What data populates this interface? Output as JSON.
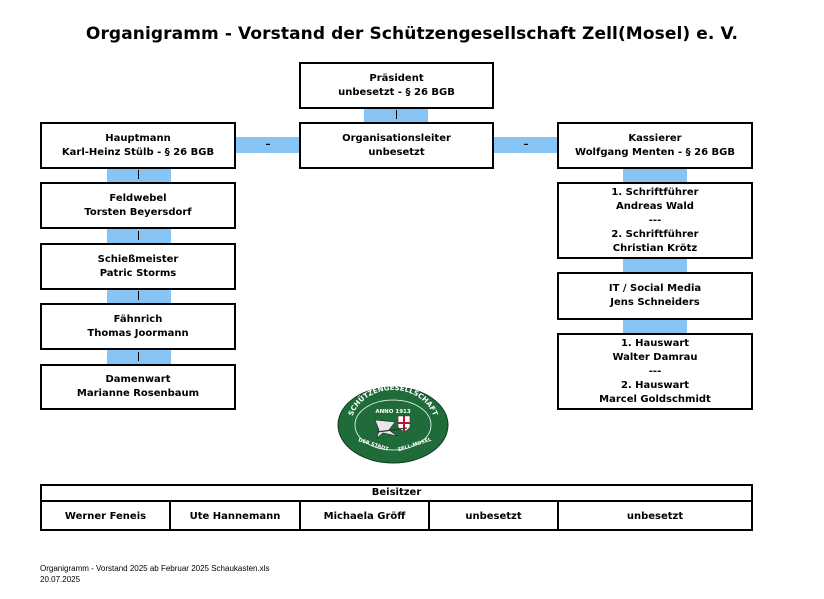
{
  "title": "Organigramm - Vorstand der Schützengesellschaft Zell(Mosel) e. V.",
  "center": {
    "president": {
      "role": "Präsident",
      "name": "unbesetzt - § 26 BGB"
    },
    "organizer": {
      "role": "Organisationsleiter",
      "name": "unbesetzt"
    }
  },
  "left": {
    "hauptmann": {
      "role": "Hauptmann",
      "name": "Karl-Heinz Stülb - § 26 BGB"
    },
    "feldwebel": {
      "role": "Feldwebel",
      "name": "Torsten Beyersdorf"
    },
    "schiessmeister": {
      "role": "Schießmeister",
      "name": "Patric Storms"
    },
    "faehnrich": {
      "role": "Fähnrich",
      "name": "Thomas Joormann"
    },
    "damenwart": {
      "role": "Damenwart",
      "name": "Marianne Rosenbaum"
    }
  },
  "right": {
    "kassierer": {
      "role": "Kassierer",
      "name": "Wolfgang Menten - § 26 BGB"
    },
    "schriftfuehrer": {
      "role1": "1. Schriftführer",
      "name1": "Andreas Wald",
      "sep": "---",
      "role2": "2. Schriftführer",
      "name2": "Christian Krötz"
    },
    "it": {
      "role": "IT / Social Media",
      "name": "Jens Schneiders"
    },
    "hauswart": {
      "role1": "1. Hauswart",
      "name1": "Walter Damrau",
      "sep": "---",
      "role2": "2. Hauswart",
      "name2": "Marcel Goldschmidt"
    }
  },
  "dash": "–",
  "beisitzer": {
    "label": "Beisitzer",
    "members": [
      "Werner Feneis",
      "Ute Hannemann",
      "Michaela Gröff",
      "unbesetzt",
      "unbesetzt"
    ]
  },
  "logo": {
    "top_text": "SCHÜTZENGESELLSCHAFT",
    "year": "ANNO 1913",
    "bottom_left": "DER STADT",
    "bottom_right": "ZELL-MOSEL"
  },
  "footer": {
    "line1": "Organigramm - Vorstand 2025 ab Februar 2025 Schaukasten.xls",
    "line2": "20.07.2025"
  },
  "colors": {
    "connector": "#87c3f3",
    "logo_green": "#1f6b3a",
    "border": "#000000"
  }
}
